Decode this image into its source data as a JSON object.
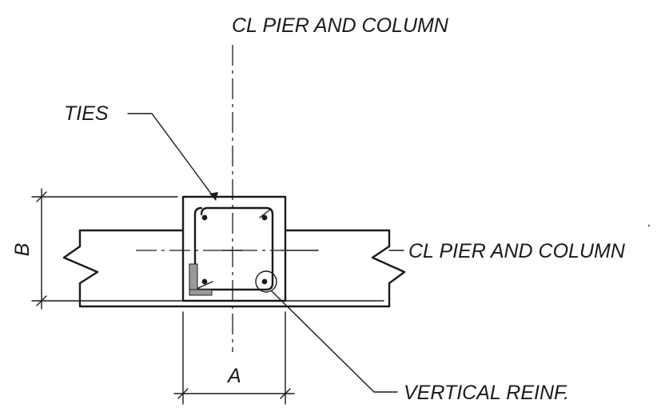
{
  "labels": {
    "cl_top": "CL PIER AND COLUMN",
    "cl_right": "CL PIER AND COLUMN",
    "ties": "TIES",
    "vertical_reinf": "VERTICAL REINF.",
    "dim_a": "A",
    "dim_b": "B"
  }
}
